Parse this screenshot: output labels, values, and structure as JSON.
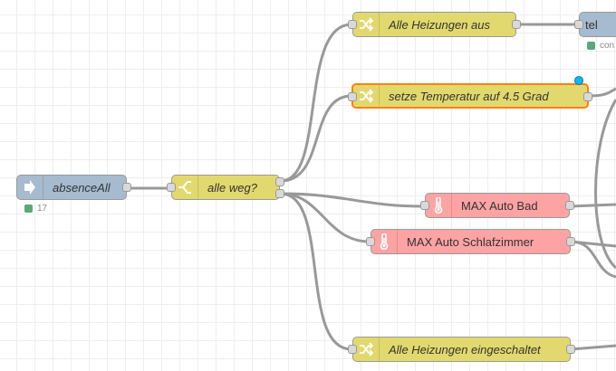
{
  "flow": {
    "nodes": {
      "absence_all": {
        "label": "absenceAll",
        "icon": "inject-arrow-icon",
        "status_text": "17",
        "status_color": "#5aa87a"
      },
      "alle_weg": {
        "label": "alle weg?",
        "icon": "switch-icon"
      },
      "alle_aus": {
        "label": "Alle Heizungen aus",
        "icon": "shuffle-icon"
      },
      "setze_temp": {
        "label": "setze Temperatur auf 4.5 Grad",
        "icon": "shuffle-icon"
      },
      "max_bad": {
        "label": "MAX Auto Bad",
        "icon": "thermometer-icon"
      },
      "max_schlaf": {
        "label": "MAX Auto Schlafzimmer",
        "icon": "thermometer-icon"
      },
      "alle_ein": {
        "label": "Alle Heizungen eingeschaltet",
        "icon": "shuffle-icon"
      },
      "tel": {
        "label": "tel",
        "status_text": "con",
        "status_color": "#5aa87a"
      }
    }
  },
  "colors": {
    "change": "#e2d96e",
    "inject": "#a6bbcf",
    "max": "#fda3a3",
    "wire": "#999999",
    "selected_border": "#ff7f0e",
    "changed_indicator": "#00bcff"
  }
}
